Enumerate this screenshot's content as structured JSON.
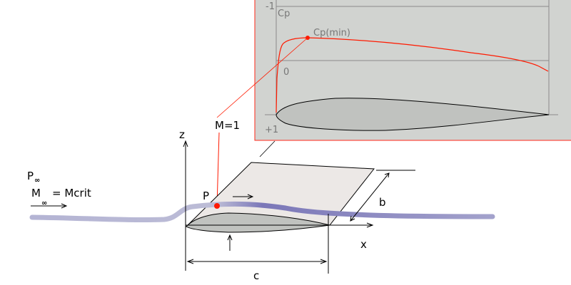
{
  "inset": {
    "axis_label": "Cp",
    "tick_minus_one": "-1",
    "tick_zero": "0",
    "tick_plus_one": "+1",
    "cp_min_label": "Cp(min)"
  },
  "main": {
    "sonic_label": "M=1",
    "z_label": "z",
    "x_label": "x",
    "b_label": "b",
    "c_label": "c",
    "p_label": "P",
    "p_inf_label": "P",
    "p_inf_sub": "∞",
    "m_inf_label": "M",
    "m_inf_sub": "∞",
    "mcrit_label": "= Mcrit"
  },
  "colors": {
    "panel_bg": "#d1d3d0",
    "panel_border": "#ff2a1a",
    "cp_curve": "#ff1a00",
    "streamline": "#8a87bf",
    "airfoil_fill": "#c0c2bf",
    "wing_top": "#ece8e6"
  }
}
